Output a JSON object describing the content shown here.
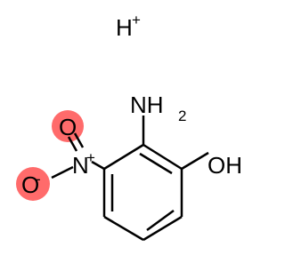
{
  "molecule": {
    "counter_ion": {
      "symbol": "H",
      "charge": "+"
    },
    "amino_group": {
      "symbol": "NH",
      "subscript": "2"
    },
    "hydroxyl_group": {
      "symbol": "OH"
    },
    "nitro_group": {
      "nitrogen": {
        "symbol": "N",
        "charge": "+"
      },
      "double_bonded_oxygen": {
        "symbol": "O"
      },
      "single_bonded_oxygen": {
        "symbol": "O",
        "charge": "-"
      }
    }
  },
  "colors": {
    "bond": "#000000",
    "heteroatom_text": "#000000",
    "oxygen_highlight": "#ff6b6b"
  }
}
